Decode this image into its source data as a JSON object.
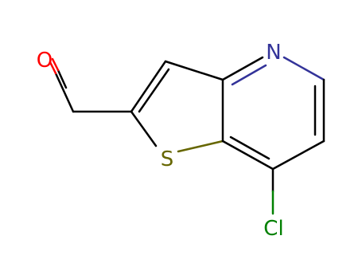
{
  "molecule": {
    "atoms": [
      {
        "symbol": "O",
        "color": "#ff0000"
      },
      {
        "symbol": "N",
        "color": "#333399"
      },
      {
        "symbol": "S",
        "color": "#666600"
      },
      {
        "symbol": "Cl",
        "color": "#008000"
      }
    ],
    "bond_color": "#000000"
  }
}
